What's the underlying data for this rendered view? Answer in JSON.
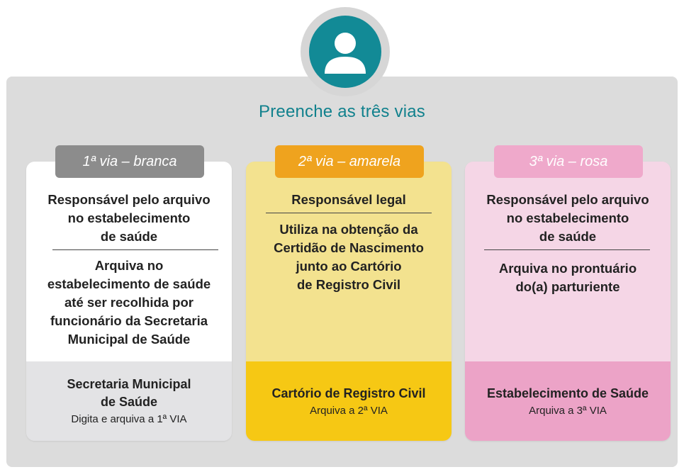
{
  "header": {
    "title": "Preenche as três vias",
    "icon": "user-icon",
    "accent_color": "#128a96"
  },
  "cards": [
    {
      "tab": "1ª via – branca",
      "role": "Responsável pelo arquivo\nno estabelecimento\nde saúde",
      "action": "Arquiva no\nestabelecimento de saúde\naté ser recolhida por\nfuncionário da Secretaria\nMunicipal de Saúde",
      "destination": "Secretaria Municipal\nde Saúde",
      "destination_note": "Digita e arquiva a 1ª VIA",
      "color": "#ffffff"
    },
    {
      "tab": "2ª via – amarela",
      "role": "Responsável legal",
      "action": "Utiliza na obtenção da\nCertidão de Nascimento\njunto ao Cartório\nde Registro Civil",
      "destination": "Cartório de Registro Civil",
      "destination_note": "Arquiva a 2ª VIA",
      "color": "#f3e28f"
    },
    {
      "tab": "3ª via – rosa",
      "role": "Responsável pelo arquivo\nno estabelecimento\nde saúde",
      "action": "Arquiva no prontuário\ndo(a) parturiente",
      "destination": "Estabelecimento de Saúde",
      "destination_note": "Arquiva a 3ª VIA",
      "color": "#f5d6e6"
    }
  ]
}
